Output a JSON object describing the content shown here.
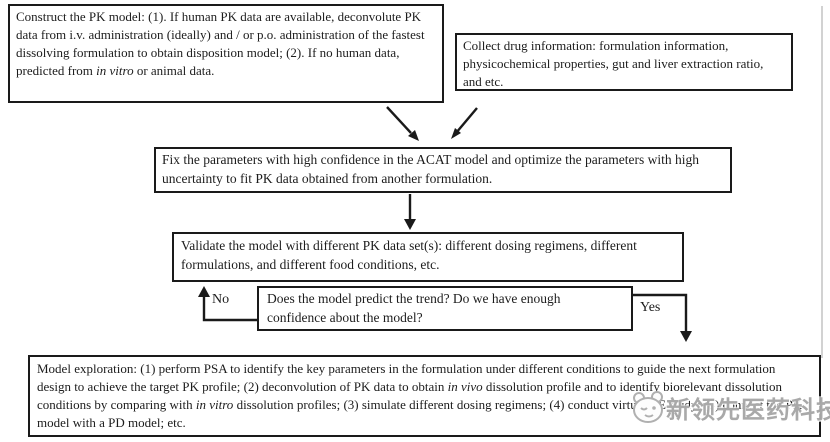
{
  "figure": {
    "description": "PBPK / ACAT model building and validation flowchart"
  },
  "colors": {
    "box_border": "#1a1a1a",
    "arrow": "#1a1a1a",
    "text": "#1c1c1c",
    "watermark_grey": "#a0a0a0",
    "page_edge_line": "#c4c4c4",
    "background": "#ffffff"
  },
  "boxes": {
    "construct": {
      "t1": "Construct the PK model: (1). If human PK data are available, deconvolute PK data from i.v. administration (ideally) and / or p.o. administration of the fastest dissolving formulation to obtain disposition model; (2). If no human data, predicted from ",
      "italic1": "in vitro",
      "t2": " or animal data."
    },
    "collect": {
      "text": "Collect drug information: formulation information, physicochemical properties, gut and liver extraction ratio, and etc."
    },
    "fix": {
      "text": "Fix the parameters with high confidence in the ACAT model and optimize the parameters with high uncertainty to fit PK data obtained from another formulation."
    },
    "validate": {
      "text": "Validate the model with different PK data set(s): different dosing regimens, different formulations, and different food conditions, etc."
    },
    "decision": {
      "text": "Does the model predict the trend?  Do we have enough confidence about the model?"
    },
    "exploration": {
      "t1": "Model exploration: (1) perform PSA to identify the key parameters in the formulation under different conditions to guide the next formulation design to achieve the target PK profile; (2) deconvolution of PK data to obtain ",
      "italic1": "in vivo",
      "t2": " dissolution profile and to identify biorelevant dissolution conditions by comparing with ",
      "italic2": "in vitro",
      "t3": " dissolution profiles; (3) simulate different dosing regimens; (4) conduct virtual BE study; (5) connect the PK model with a PD model; etc."
    }
  },
  "labels": {
    "no": "No",
    "yes": "Yes"
  },
  "connectors": [
    "arrow-construct-to-fix",
    "arrow-collect-to-fix",
    "arrow-fix-to-validate",
    "arrow-no-loop-to-validate",
    "arrow-yes-to-exploration"
  ],
  "watermark": {
    "text": "新领先医药科技",
    "mascot_icon": "cat-mascot-icon"
  }
}
